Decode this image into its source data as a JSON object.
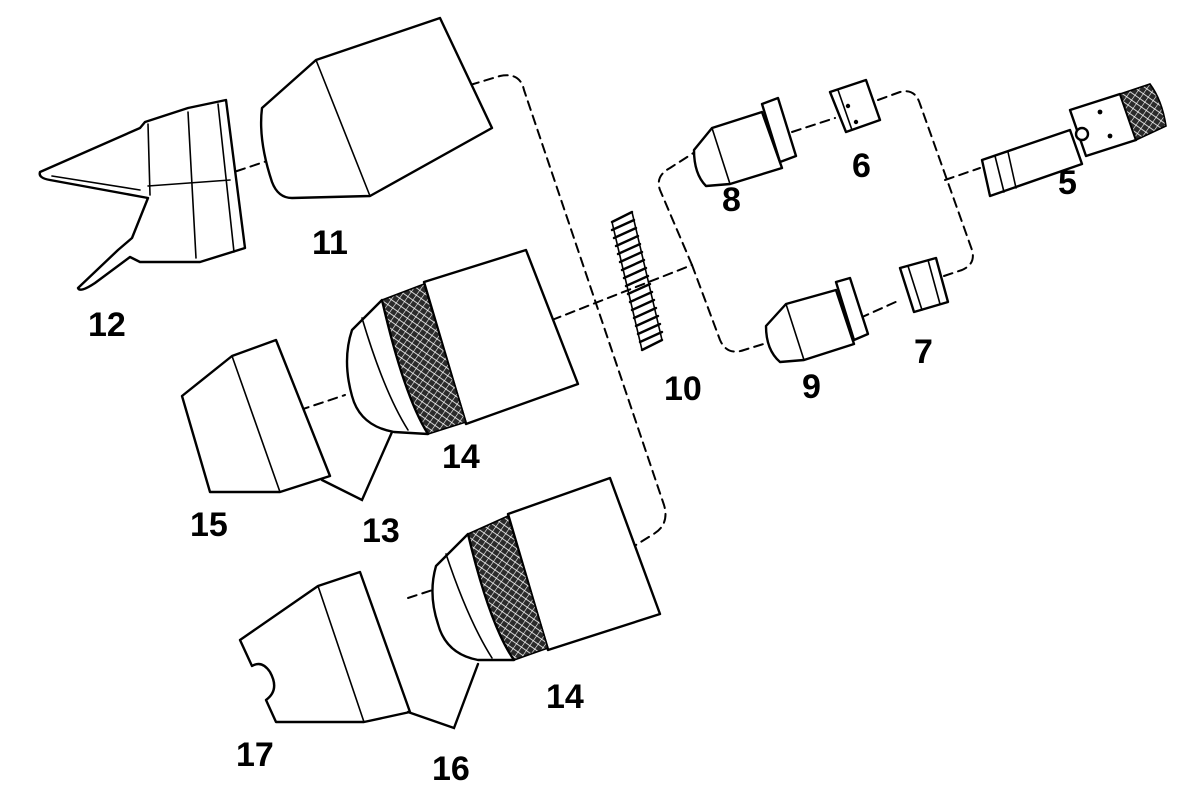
{
  "labels": {
    "p5": "5",
    "p6": "6",
    "p7": "7",
    "p8": "8",
    "p9": "9",
    "p10": "10",
    "p11": "11",
    "p12": "12",
    "p13": "13",
    "p14a": "14",
    "p14b": "14",
    "p15": "15",
    "p16": "16",
    "p17": "17"
  },
  "colors": {
    "line": "#000000",
    "background": "#ffffff",
    "knurl": "#2a2a2a"
  }
}
